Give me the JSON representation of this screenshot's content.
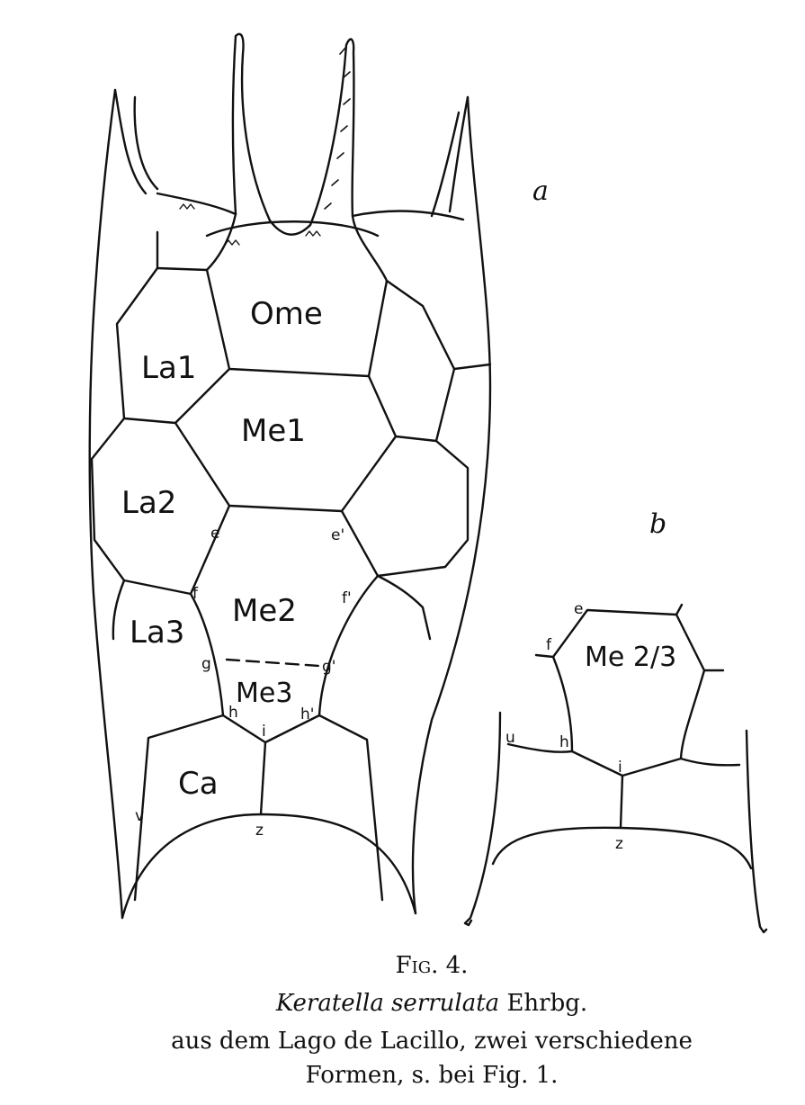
{
  "figure": {
    "panel_a_label": "a",
    "panel_b_label": "b",
    "panel_a_plates": [
      "Ome",
      "La1",
      "Me1",
      "La2",
      "Me2",
      "La3",
      "Me3",
      "Ca"
    ],
    "panel_a_points": [
      "e",
      "e'",
      "f",
      "f'",
      "g",
      "g'",
      "h",
      "h'",
      "i",
      "z",
      "v"
    ],
    "panel_b_plates": [
      "Me 2/3"
    ],
    "panel_b_points": [
      "e",
      "f",
      "u",
      "h",
      "i",
      "z"
    ]
  },
  "caption": {
    "fig_number": "Fig. 4.",
    "species": "Keratella serrulata",
    "author": "Ehrbg.",
    "line3": "aus dem Lago de Lacillo, zwei verschiedene",
    "line4": "Formen, s. bei Fig. 1."
  }
}
